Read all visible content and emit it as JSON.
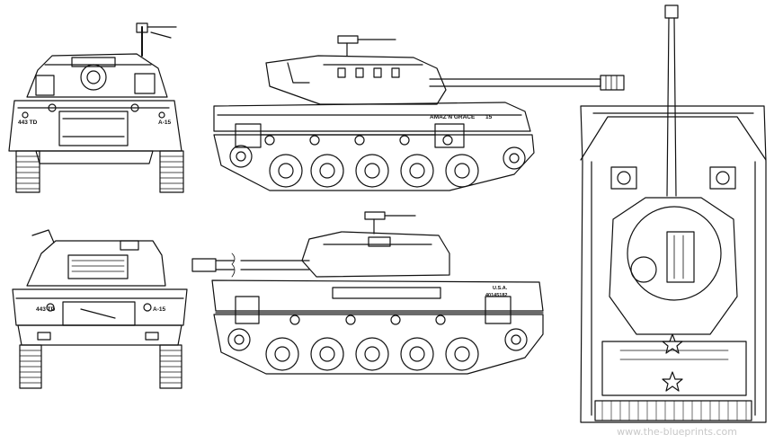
{
  "markings": {
    "front_left": "443 TD",
    "front_right": "A-15",
    "rear_left": "443 TD",
    "rear_right": "A-15",
    "side_name": "AMAZ'N GRACE",
    "side_number": "15",
    "hull_usa": "U.S.A.",
    "hull_serial": "40145182"
  },
  "watermark": "www.the-blueprints.com",
  "colors": {
    "line": "#111111",
    "background": "#ffffff"
  }
}
